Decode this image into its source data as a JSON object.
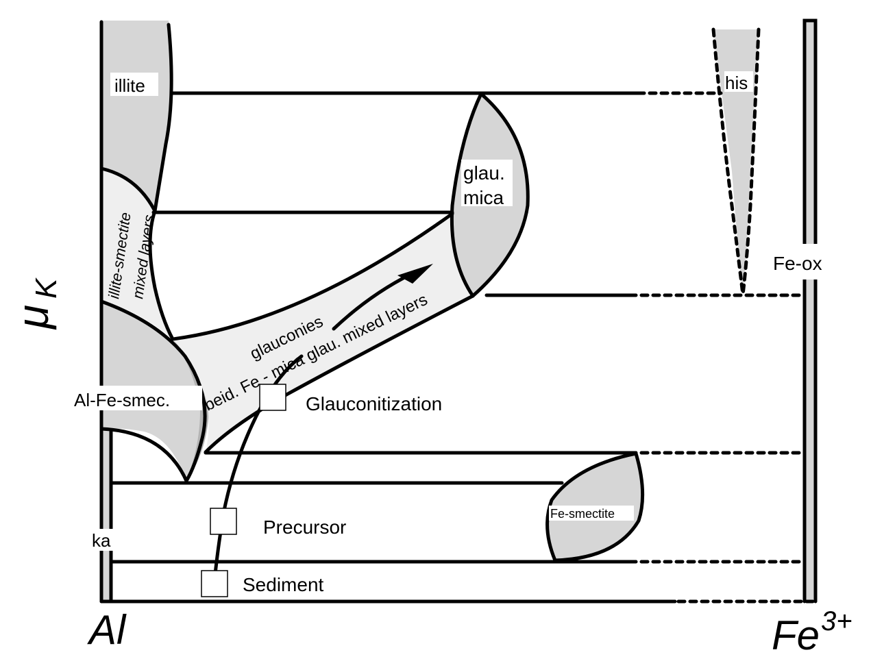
{
  "diagram": {
    "type": "phase-diagram",
    "axes": {
      "y_label_main": "μ",
      "y_label_sub": "K",
      "x_left_label": "Al",
      "x_right_label_main": "Fe",
      "x_right_label_sup": "3+"
    },
    "fields": {
      "illite": "illite",
      "illite_smectite_line1": "illite-smectite",
      "illite_smectite_line2": "mixed layers",
      "al_fe_smec": "Al-Fe-smec.",
      "ka": "ka",
      "glau_mica_line1": "glau.",
      "glau_mica_line2": "mica",
      "glauconies": "glauconies",
      "glaucony_series": "beid. Fe - mica glau. mixed layers",
      "fe_smectite": "Fe-smectite",
      "his": "his",
      "fe_ox": "Fe-ox"
    },
    "path_stages": [
      {
        "label": "Sediment"
      },
      {
        "label": "Precursor"
      },
      {
        "label": "Glauconitization"
      }
    ],
    "colors": {
      "field_fill": "#d6d6d6",
      "light_fill": "#efefef",
      "shadow_fill": "#b3b3b3",
      "line": "#000000"
    }
  }
}
